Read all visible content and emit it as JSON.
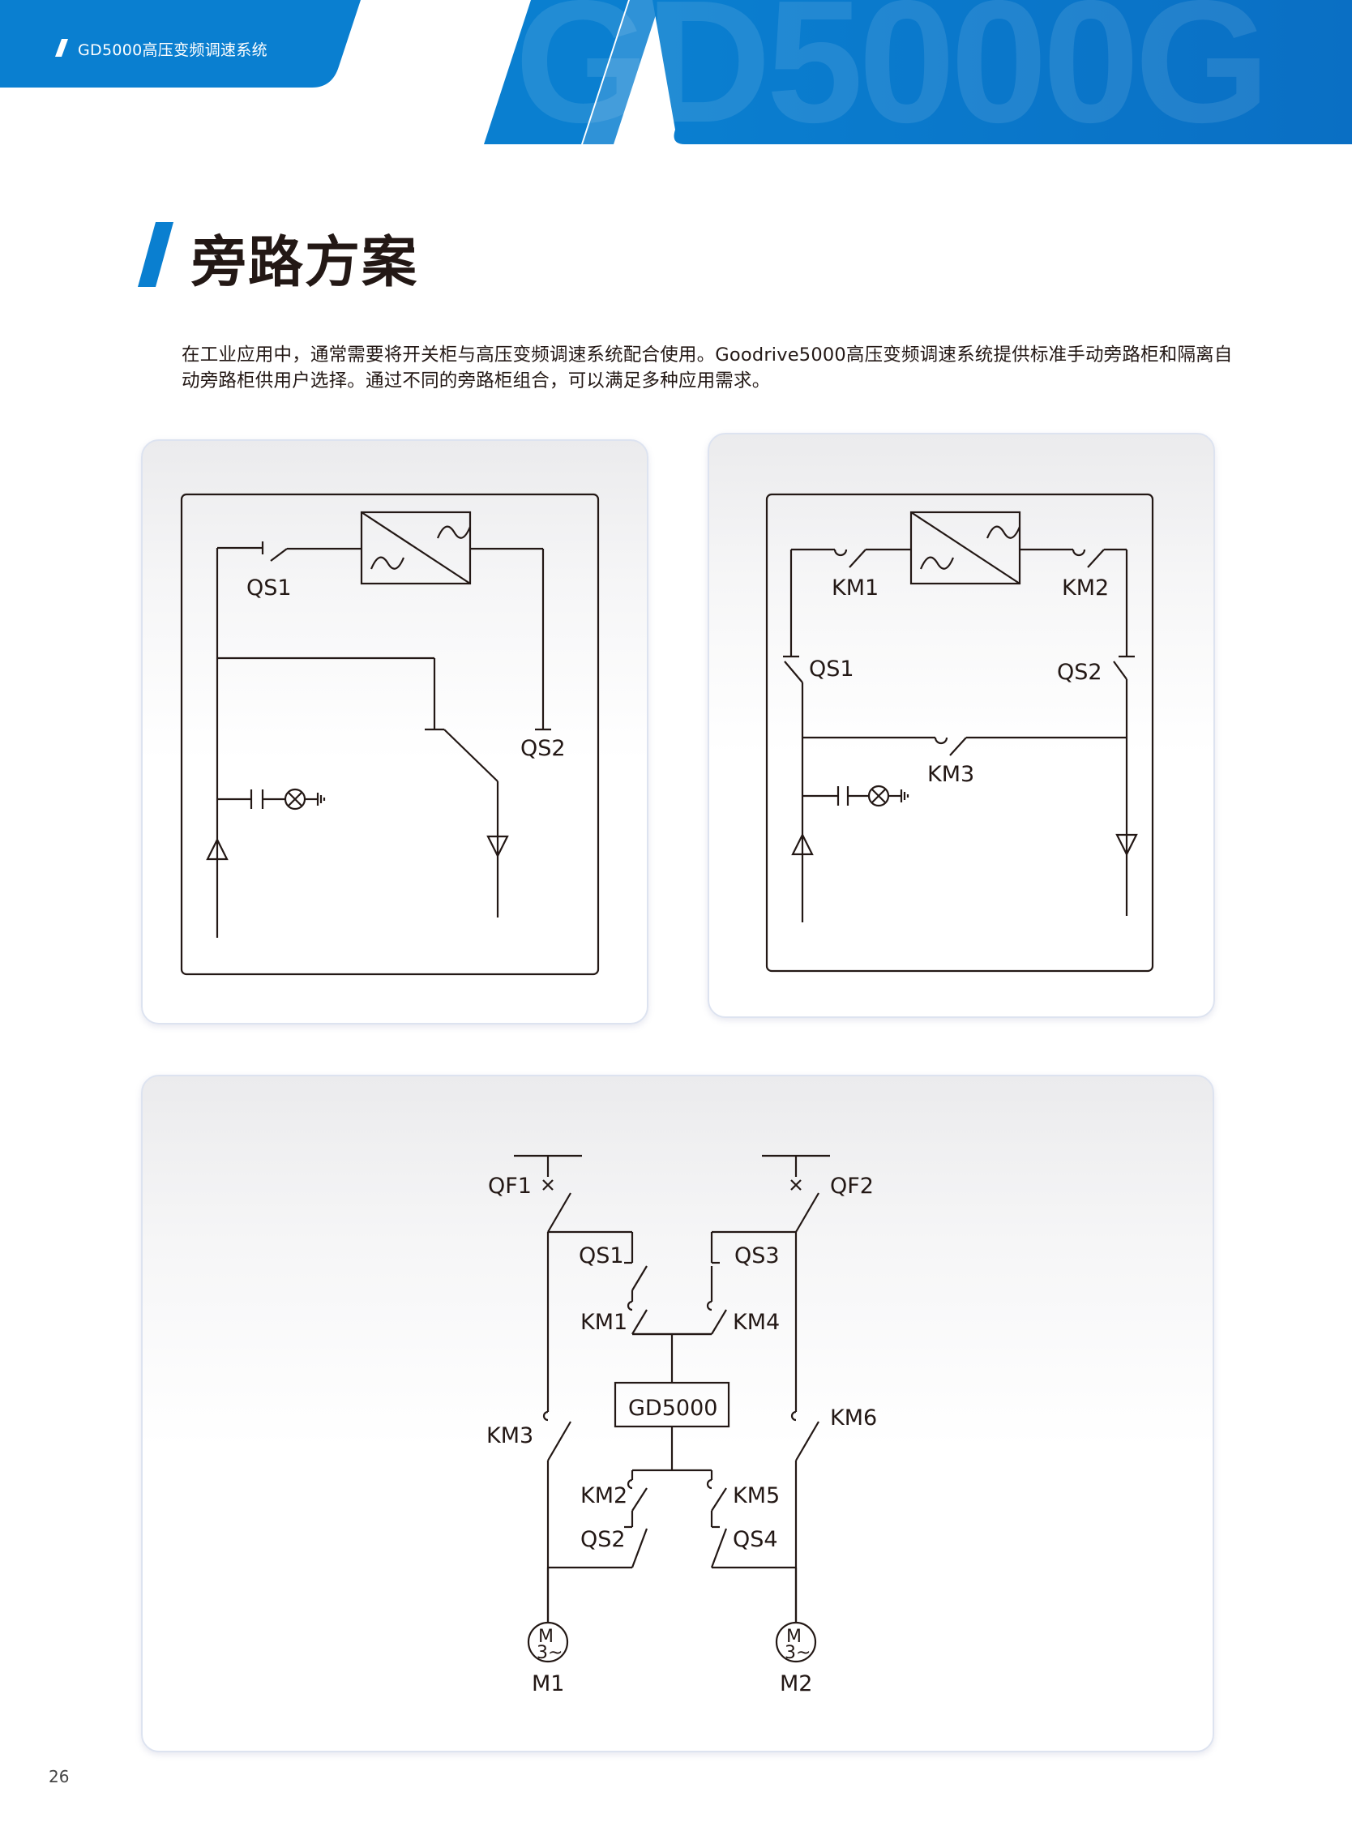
{
  "header": {
    "series_title": "GD5000高压变频调速系统",
    "watermark": "GD5000G"
  },
  "page_title": "旁路方案",
  "intro_text": "在工业应用中，通常需要将开关柜与高压变频调速系统配合使用。Goodrive5000高压变频调速系统提供标准手动旁路柜和隔离自动旁路柜供用户选择。通过不同的旁路柜组合，可以满足多种应用需求。",
  "diagram_manual": {
    "labels": {
      "qs1": "QS1",
      "qs2": "QS2"
    }
  },
  "diagram_auto": {
    "labels": {
      "km1": "KM1",
      "km2": "KM2",
      "qs1": "QS1",
      "qs2": "QS2",
      "km3": "KM3"
    }
  },
  "diagram_dual": {
    "labels": {
      "qf1": "QF1",
      "qf2": "QF2",
      "qs1": "QS1",
      "qs3": "QS3",
      "km1": "KM1",
      "km4": "KM4",
      "gd5000": "GD5000",
      "km3": "KM3",
      "km6": "KM6",
      "km2": "KM2",
      "km5": "KM5",
      "qs2": "QS2",
      "qs4": "QS4",
      "m1": "M1",
      "m2": "M2",
      "motor_m": "M",
      "motor_phase": "3~"
    }
  },
  "footer": {
    "page_number": "26"
  },
  "colors": {
    "brand_blue": "#0a7fd0",
    "brand_dark_blue": "#0068b7",
    "text": "#231815"
  }
}
